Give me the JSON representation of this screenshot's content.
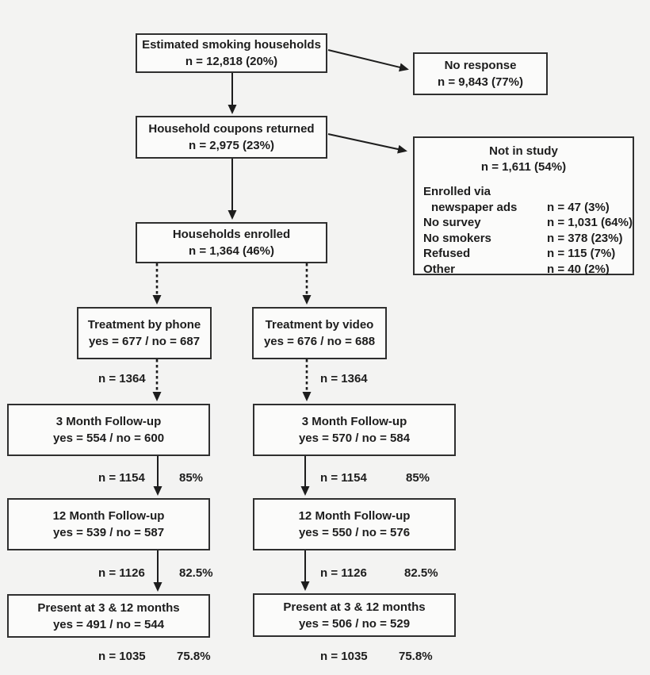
{
  "flowchart": {
    "colors": {
      "background": "#f3f3f2",
      "box_fill": "#fbfbfa",
      "border": "#2f2f2f",
      "text": "#1d1d1d",
      "arrow": "#1d1d1d"
    },
    "boxes": {
      "estimated": {
        "title": "Estimated smoking households",
        "stat": "n = 12,818 (20%)"
      },
      "no_response": {
        "title": "No response",
        "stat": "n = 9,843 (77%)"
      },
      "coupons": {
        "title": "Household coupons returned",
        "stat": "n = 2,975 (23%)"
      },
      "not_in_study": {
        "title": "Not in study",
        "stat": "n = 1,611 (54%)",
        "rows": [
          {
            "label": "Enrolled via",
            "value": ""
          },
          {
            "label": "newspaper ads",
            "value": "n = 47 (3%)"
          },
          {
            "label": "No survey",
            "value": "n = 1,031 (64%)"
          },
          {
            "label": "No smokers",
            "value": "n = 378 (23%)"
          },
          {
            "label": "Refused",
            "value": "n = 115 (7%)"
          },
          {
            "label": "Other",
            "value": "n = 40 (2%)"
          }
        ]
      },
      "enrolled": {
        "title": "Households enrolled",
        "stat": "n = 1,364 (46%)"
      },
      "phone": {
        "title": "Treatment by phone",
        "stat": "yes = 677 / no = 687"
      },
      "video": {
        "title": "Treatment by video",
        "stat": "yes = 676 / no = 688"
      },
      "m3_phone": {
        "title": "3 Month Follow-up",
        "stat": "yes = 554 / no = 600"
      },
      "m3_video": {
        "title": "3 Month Follow-up",
        "stat": "yes = 570 / no = 584"
      },
      "m12_phone": {
        "title": "12 Month Follow-up",
        "stat": "yes = 539 / no = 587"
      },
      "m12_video": {
        "title": "12 Month Follow-up",
        "stat": "yes = 550 / no = 576"
      },
      "present_phone": {
        "title": "Present at 3 & 12 months",
        "stat": "yes = 491 / no = 544"
      },
      "present_video": {
        "title": "Present at 3 & 12 months",
        "stat": "yes = 506 / no = 529"
      }
    },
    "edge_labels": {
      "phone_randomized_n": "n = 1364",
      "video_randomized_n": "n = 1364",
      "phone_m3_n": "n = 1154",
      "phone_m3_pct": "85%",
      "video_m3_n": "n = 1154",
      "video_m3_pct": "85%",
      "phone_m12_n": "n = 1126",
      "phone_m12_pct": "82.5%",
      "video_m12_n": "n = 1126",
      "video_m12_pct": "82.5%",
      "phone_present_n": "n = 1035",
      "phone_present_pct": "75.8%",
      "video_present_n": "n = 1035",
      "video_present_pct": "75.8%"
    }
  }
}
